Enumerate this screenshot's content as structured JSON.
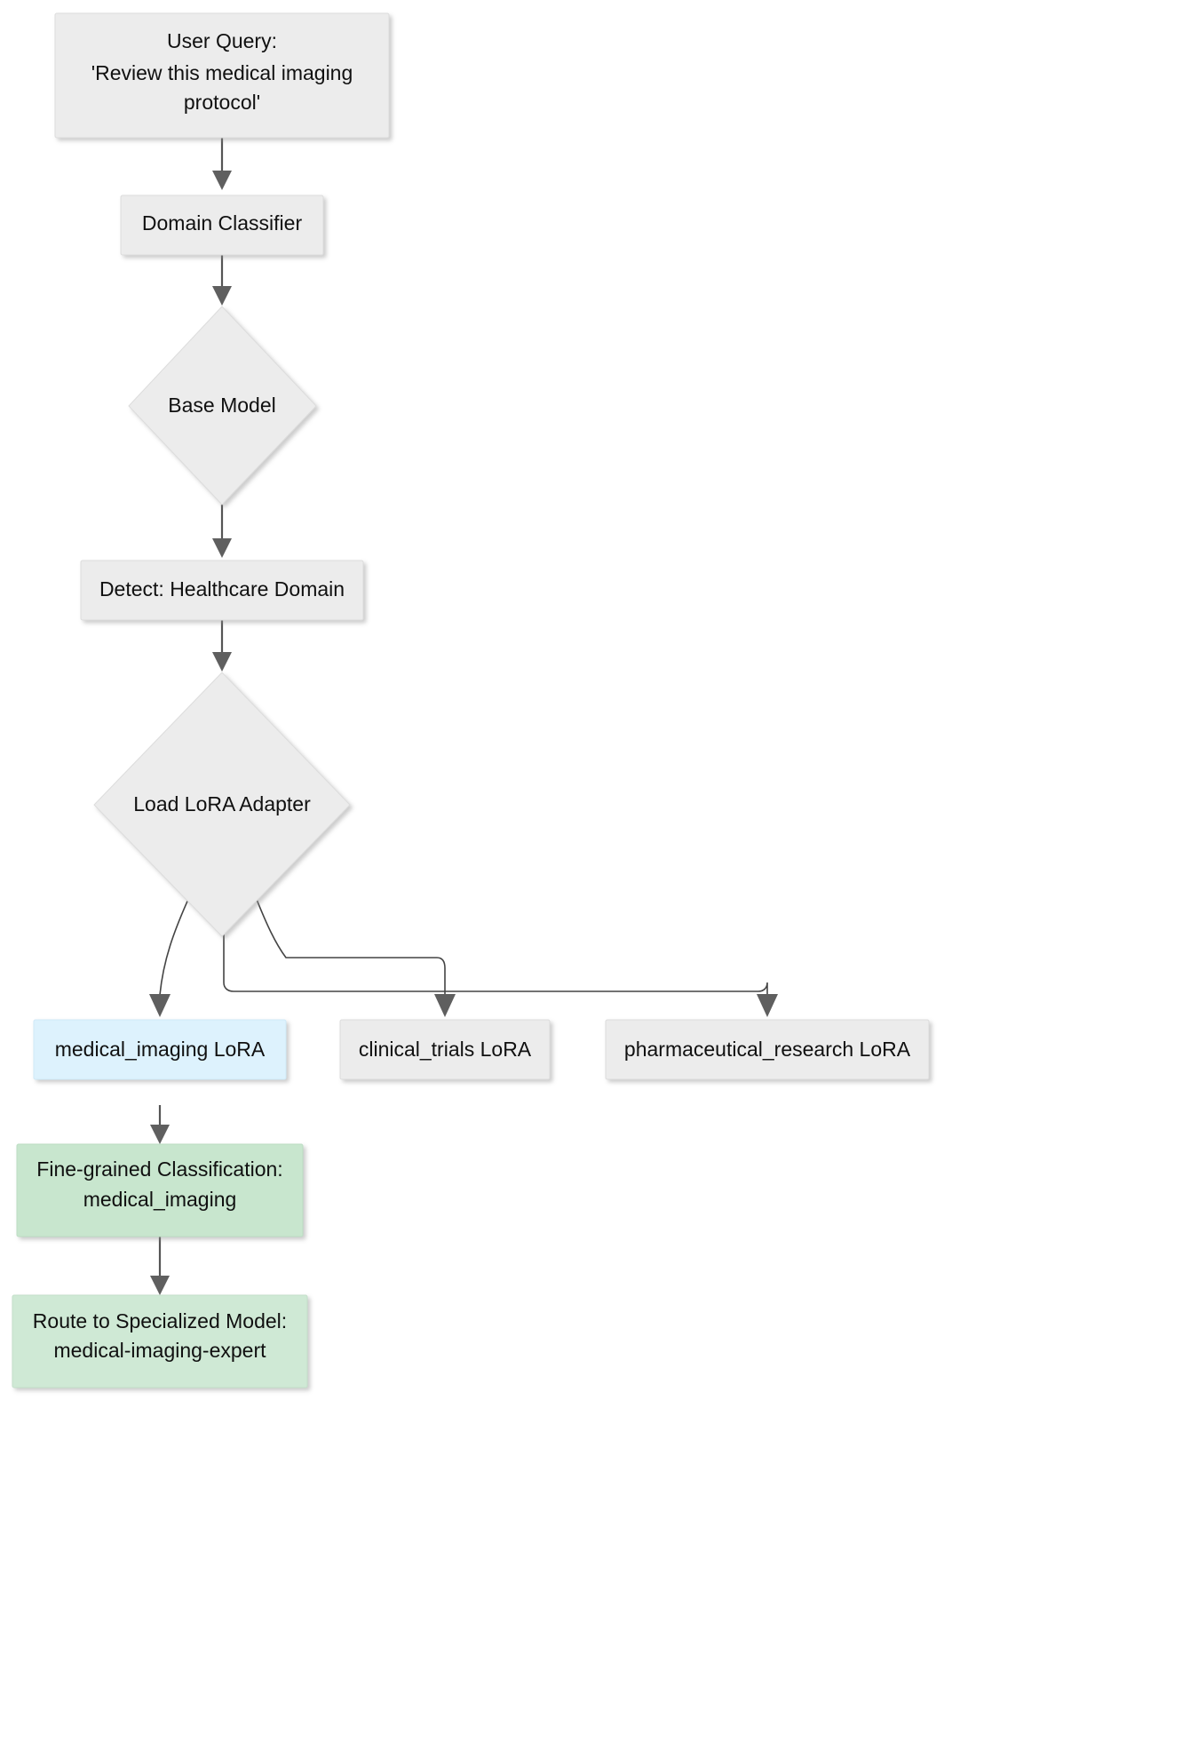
{
  "diagram": {
    "type": "flowchart",
    "direction": "top-down",
    "background": "#ffffff",
    "palette": {
      "default_fill": "#ececec",
      "default_stroke": "#dcdcdc",
      "blue_fill": "#ddf2fd",
      "blue_stroke": "#cfe9f7",
      "green_fill": "#c8e6ce",
      "green_stroke": "#bcdcc3",
      "green_alt_fill": "#cfe9d5",
      "edge_color": "#555555",
      "arrow_color": "#5f5f5f",
      "text_color": "#101010"
    },
    "nodes": [
      {
        "id": "user-query",
        "shape": "rect",
        "style": "default",
        "lines": [
          "User Query:",
          "'Review this medical imaging",
          "protocol'"
        ]
      },
      {
        "id": "domain-classifier",
        "shape": "rect",
        "style": "default",
        "lines": [
          "Domain Classifier"
        ]
      },
      {
        "id": "base-model",
        "shape": "diamond",
        "style": "default",
        "lines": [
          "Base Model"
        ]
      },
      {
        "id": "detect-healthcare-domain",
        "shape": "rect",
        "style": "default",
        "lines": [
          "Detect: Healthcare Domain"
        ]
      },
      {
        "id": "load-lora-adapter",
        "shape": "diamond",
        "style": "default",
        "lines": [
          "Load LoRA Adapter"
        ]
      },
      {
        "id": "medical-imaging-lora",
        "shape": "rect",
        "style": "blue",
        "lines": [
          "medical_imaging LoRA"
        ]
      },
      {
        "id": "clinical-trials-lora",
        "shape": "rect",
        "style": "default",
        "lines": [
          "clinical_trials LoRA"
        ]
      },
      {
        "id": "pharmaceutical-research-lora",
        "shape": "rect",
        "style": "default",
        "lines": [
          "pharmaceutical_research LoRA"
        ]
      },
      {
        "id": "fine-grained-classification",
        "shape": "rect",
        "style": "green",
        "lines": [
          "Fine-grained Classification:",
          "medical_imaging"
        ]
      },
      {
        "id": "route-to-specialized-model",
        "shape": "rect",
        "style": "green-alt",
        "lines": [
          "Route to Specialized Model:",
          "medical-imaging-expert"
        ]
      }
    ],
    "edges": [
      {
        "from": "user-query",
        "to": "domain-classifier",
        "label": ""
      },
      {
        "from": "domain-classifier",
        "to": "base-model",
        "label": ""
      },
      {
        "from": "base-model",
        "to": "detect-healthcare-domain",
        "label": ""
      },
      {
        "from": "detect-healthcare-domain",
        "to": "load-lora-adapter",
        "label": ""
      },
      {
        "from": "load-lora-adapter",
        "to": "medical-imaging-lora",
        "label": ""
      },
      {
        "from": "load-lora-adapter",
        "to": "clinical-trials-lora",
        "label": ""
      },
      {
        "from": "load-lora-adapter",
        "to": "pharmaceutical-research-lora",
        "label": ""
      },
      {
        "from": "medical-imaging-lora",
        "to": "fine-grained-classification",
        "label": ""
      },
      {
        "from": "fine-grained-classification",
        "to": "route-to-specialized-model",
        "label": ""
      }
    ]
  }
}
